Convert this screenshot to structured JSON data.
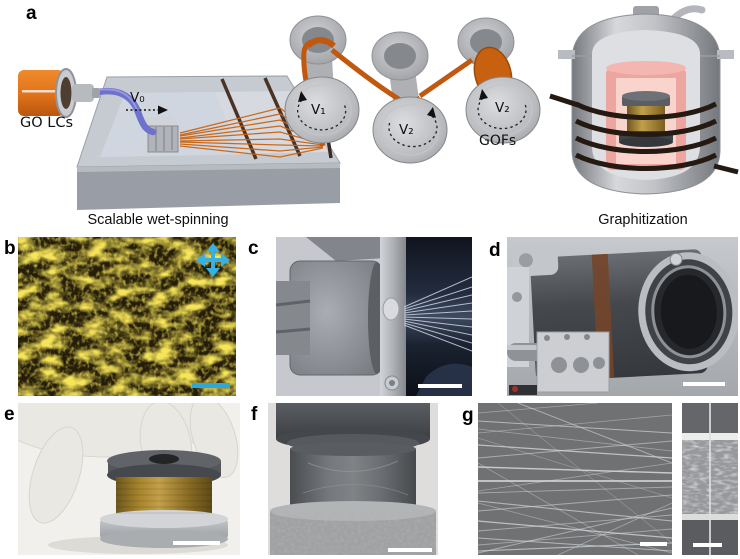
{
  "panel_labels": {
    "a": "a",
    "b": "b",
    "c": "c",
    "d": "d",
    "e": "e",
    "f": "f",
    "g": "g"
  },
  "panel_a": {
    "go_lcs_label": "GO LCs",
    "v0_label": "V₀",
    "v1_label": "V₁",
    "v2_mid_label": "V₂",
    "v2_right_label": "V₂",
    "gofs_label": "GOFs",
    "caption_wet_spinning": "Scalable wet-spinning",
    "caption_graphitization": "Graphitization"
  },
  "icons": {
    "crossed_polarizers": "four-way-arrow"
  },
  "colors": {
    "accent_cyan": "#2ea8d8",
    "fiber_orange": "#c7600f",
    "go_lc_yellow": "#ecc713",
    "chamber_pink": "#f2aaa4",
    "spool_gold": "#a8862e",
    "scale_bar_white": "#ffffff"
  }
}
